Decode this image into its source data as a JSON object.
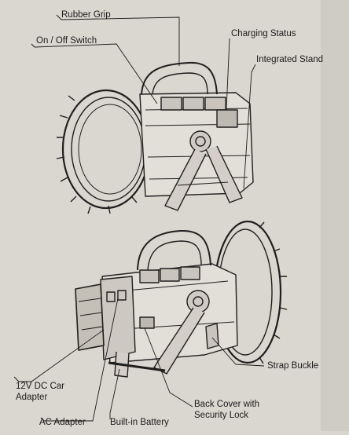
{
  "figure": {
    "background": "#d9d6d0",
    "ink": "#1a1a1a",
    "labels": {
      "rubber_grip": "Rubber Grip",
      "on_off_switch": "On / Off Switch",
      "charging_status": "Charging Status",
      "integrated_stand": "Integrated Stand",
      "strap_buckle": "Strap Buckle",
      "car_adapter_line1": "12V DC Car",
      "car_adapter_line2": "Adapter",
      "back_cover_line1": "Back Cover with",
      "back_cover_line2": "Security Lock",
      "ac_adapter": "AC Adapter",
      "built_in_battery": "Built-in Battery"
    }
  }
}
